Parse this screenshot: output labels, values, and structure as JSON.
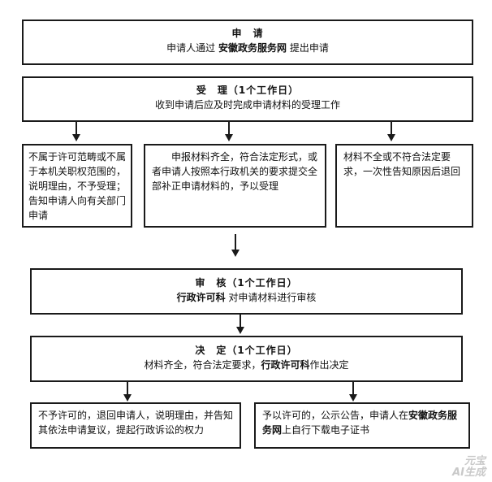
{
  "apply": {
    "title": "申　请",
    "line_prefix": "申请人通过",
    "line_bold": "安徽政务服务网",
    "line_suffix": "提出申请"
  },
  "accept": {
    "title": "受　理（1个工作日）",
    "desc": "收到申请后应及时完成申请材料的受理工作"
  },
  "branches": {
    "left": "不属于许可范畴或不属于本机关职权范围的，说明理由，不予受理；告知申请人向有关部门申请",
    "middle": "申报材料齐全，符合法定形式，或者申请人按照本行政机关的要求提交全部补正申请材料的，予以受理",
    "right": "材料不全或不符合法定要求，一次性告知原因后退回"
  },
  "review": {
    "title": "审　核（1个工作日）",
    "line_bold": "行政许可科",
    "line_suffix": "对申请材料进行审核"
  },
  "decide": {
    "title": "决　定（1个工作日）",
    "line_prefix": "材料齐全，符合法定要求，",
    "line_bold": "行政许可科",
    "line_suffix": "作出决定"
  },
  "outcomes": {
    "reject": "不予许可的，退回申请人，说明理由，并告知其依法申请复议，提起行政诉讼的权力",
    "grant_prefix": "予以许可的，公示公告，申请人在",
    "grant_bold": "安徽政务服务网",
    "grant_suffix": "上自行下载电子证书"
  },
  "watermark": {
    "line1": "元宝",
    "line2": "AI生成"
  }
}
